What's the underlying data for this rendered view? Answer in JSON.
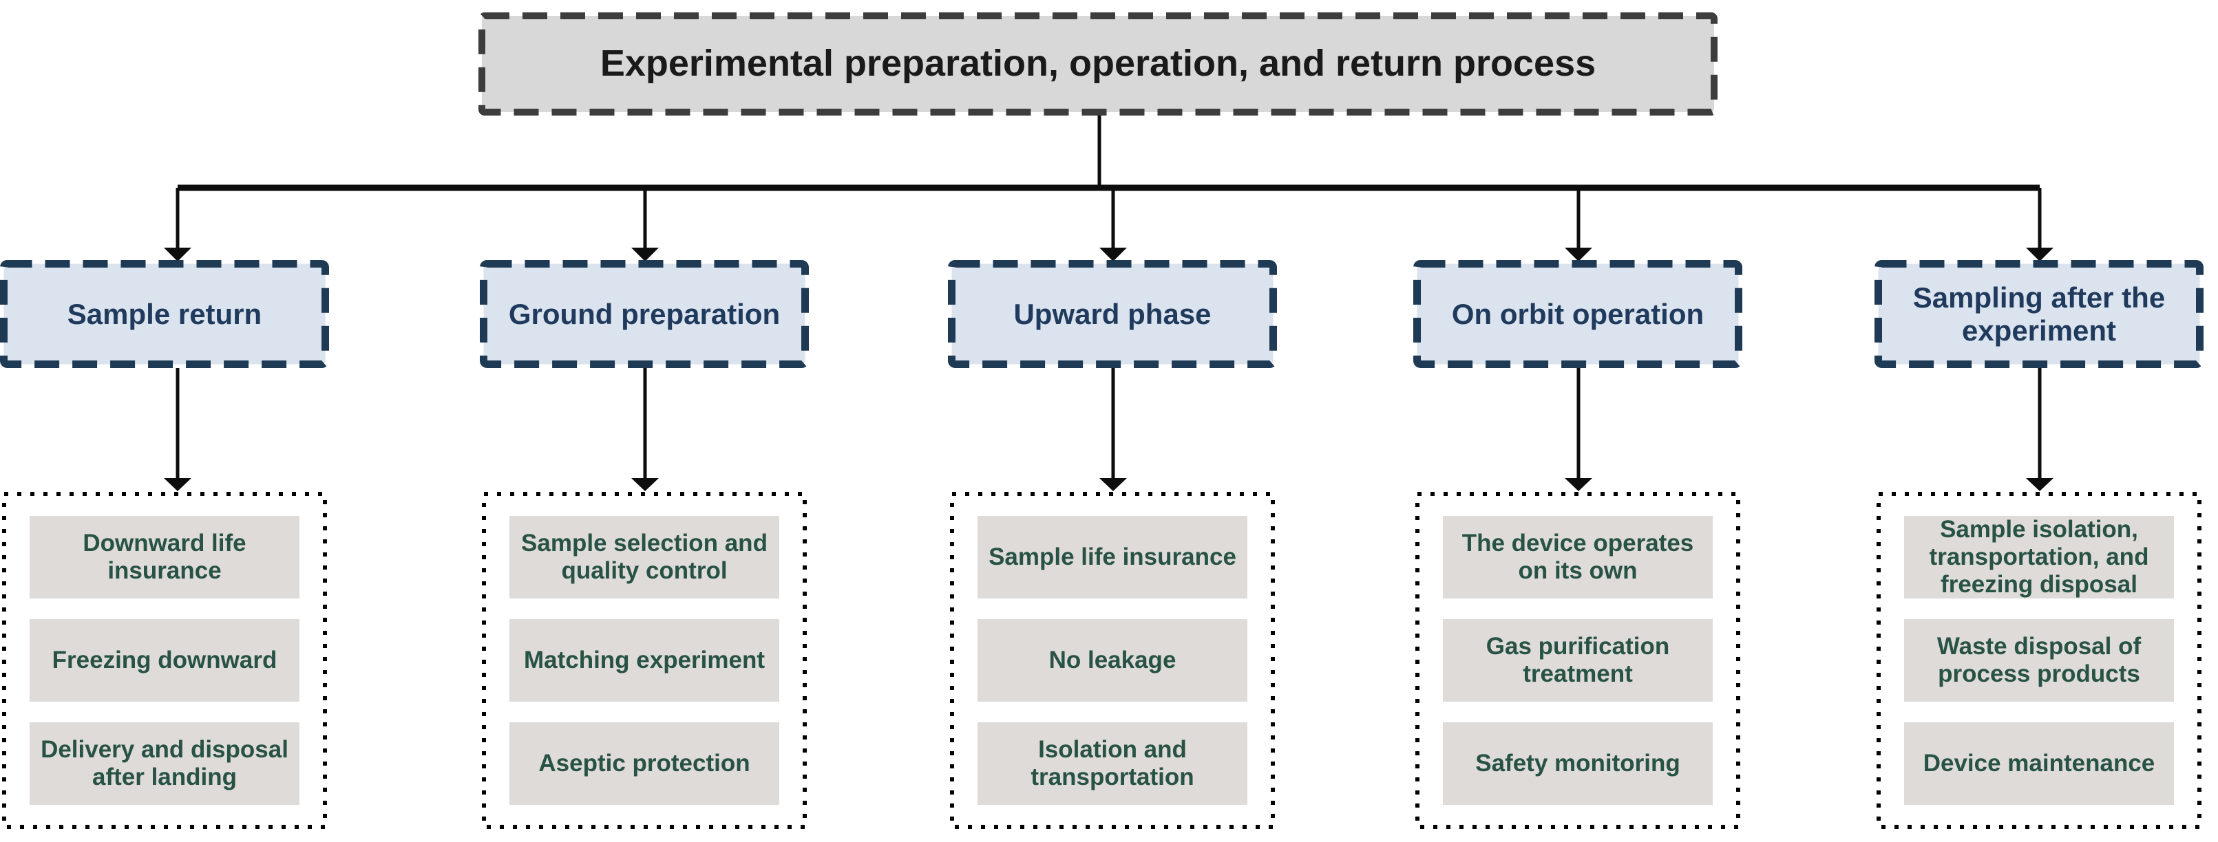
{
  "title": "Experimental preparation, operation, and return process",
  "colors": {
    "title-fill": "#d8d8d8",
    "title-border": "#3d3d3d",
    "title-text": "#1a1a1a",
    "branch-fill": "#dae3ee",
    "branch-border": "#1f3a54",
    "branch-text": "#1f3a5c",
    "dot-border": "#000000",
    "item-fill": "#dfdbd8",
    "item-text": "#275245",
    "line": "#0d0d0d"
  },
  "columns": [
    {
      "title": "Ground preparation",
      "items": [
        "Sample selection and quality control",
        "Matching experiment",
        "Aseptic protection"
      ]
    },
    {
      "title": "Upward phase",
      "items": [
        "Sample life insurance",
        "No leakage",
        "Isolation and transportation"
      ]
    },
    {
      "title": "On orbit operation",
      "items": [
        "The device operates on its own",
        "Gas purification treatment",
        "Safety monitoring"
      ]
    },
    {
      "title": "Sampling after the experiment",
      "items": [
        "Sample isolation, transportation, and freezing disposal",
        "Waste disposal of process products",
        "Device maintenance"
      ]
    },
    {
      "title": "Sample return",
      "items": [
        "Downward life insurance",
        "Freezing downward",
        "Delivery and disposal after landing"
      ]
    }
  ]
}
